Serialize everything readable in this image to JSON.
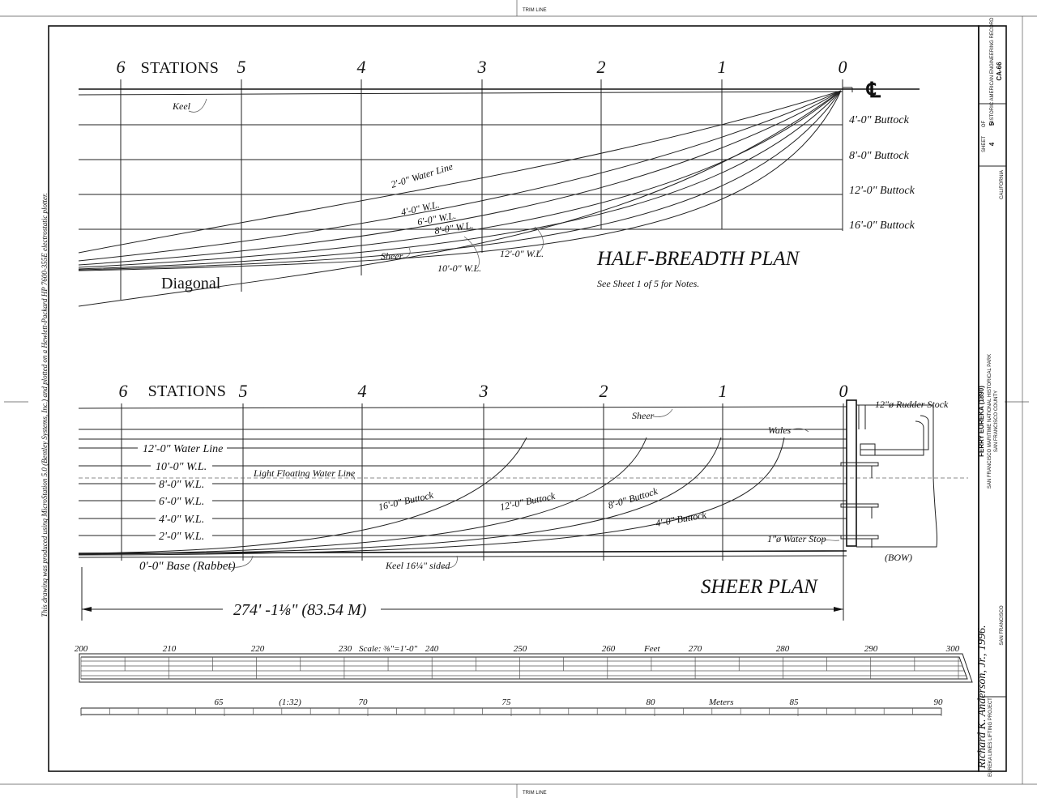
{
  "stations": [
    "6",
    "5",
    "4",
    "3",
    "2",
    "1",
    "0"
  ],
  "stations_label": "STATIONS",
  "half_breadth": {
    "title": "HALF-BREADTH PLAN",
    "note": "See Sheet 1 of 5 for Notes.",
    "centerline_symbol": "CL",
    "buttocks": [
      "4'-0\" Buttock",
      "8'-0\" Buttock",
      "12'-0\" Buttock",
      "16'-0\" Buttock"
    ],
    "labels": {
      "keel": "Keel",
      "water_line_2": "2'-0\" Water Line",
      "wl_4": "4'-0\" W.L.",
      "wl_6": "6'-0\" W.L.",
      "wl_8": "8'-0\" W.L.",
      "sheer": "Sheer",
      "wl_10": "10'-0\" W.L.",
      "wl_12": "12'-0\" W.L.",
      "diagonal": "Diagonal"
    }
  },
  "sheer_plan": {
    "title": "SHEER PLAN",
    "water_lines": [
      "12'-0\" Water Line",
      "10'-0\" W.L.",
      "8'-0\" W.L.",
      "6'-0\" W.L.",
      "4'-0\" W.L.",
      "2'-0\" W.L."
    ],
    "base": "0'-0\" Base (Rabbet)",
    "keel": "Keel 16¼\" sided",
    "light_floating": "Light Floating Water Line",
    "buttocks": [
      "16'-0\" Buttock",
      "12'-0\" Buttock",
      "8'-0\" Buttock",
      "4'-0\" Buttock"
    ],
    "sheer": "Sheer",
    "wales": "Wales",
    "rudder_stock": "12\"ø Rudder Stock",
    "water_stop": "1\"ø Water Stop",
    "bow": "(BOW)",
    "overall_length": "274' -1⅛\" (83.54 M)"
  },
  "scale_bar": {
    "feet_ticks": [
      "200",
      "210",
      "220",
      "230",
      "240",
      "250",
      "260",
      "270",
      "280",
      "290",
      "300"
    ],
    "scale_text": "Scale: ⅜\"=1'-0\"",
    "feet_word": "Feet",
    "meter_ticks": [
      "65",
      "70",
      "75",
      "80",
      "85",
      "90"
    ],
    "ratio": "(1:32)",
    "meters_word": "Meters"
  },
  "side_note": "This drawing was produced using MicroStation 5.0 (Bentley Systems, Inc.) and plotted on a Hewlett-Packard HP 7600-355E electrostatic plotter.",
  "signature": "Richard K. Anderson, Jr., 1996.",
  "title_block": {
    "record": "HISTORIC AMERICAN ENGINEERING RECORD",
    "record_no": "CA-66",
    "sheet_word": "SHEET",
    "of_word": "OF",
    "sheet": "4",
    "of": "5",
    "state": "CALIFORNIA",
    "name": "FERRY EUREKA (1890)",
    "location": "SAN FRANCISCO MARITIME NATIONAL HISTORICAL PARK",
    "county": "SAN FRANCISCO COUNTY",
    "city": "SAN FRANCISCO",
    "project": "EUREKA LINES LIFTING PROJECT"
  },
  "marks": [
    "TRIM LINE",
    "TRIM LINE"
  ]
}
